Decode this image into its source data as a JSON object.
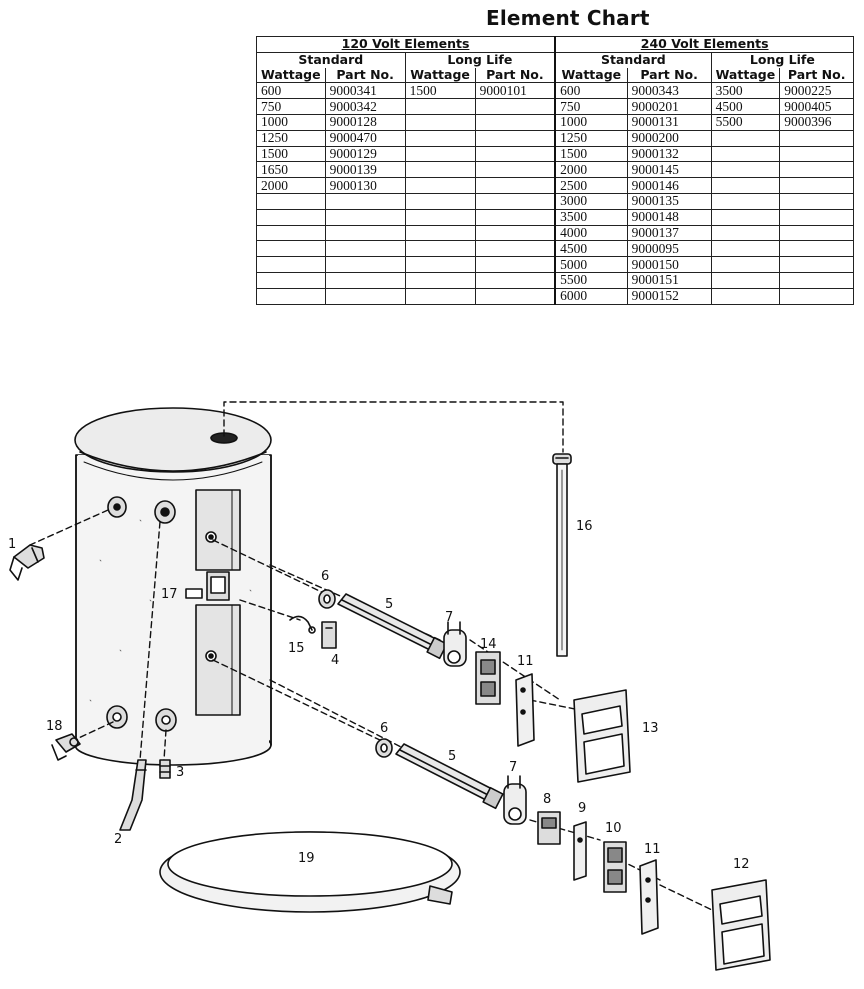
{
  "element_chart": {
    "title": "Element Chart",
    "group_120": "120 Volt Elements",
    "group_240": "240 Volt Elements",
    "standard_label": "Standard",
    "long_life_label": "Long Life",
    "col_wattage": "Wattage",
    "col_part_no": "Part No.",
    "rows": [
      [
        "600",
        "9000341",
        "1500",
        "9000101",
        "600",
        "9000343",
        "3500",
        "9000225"
      ],
      [
        "750",
        "9000342",
        "",
        "",
        "750",
        "9000201",
        "4500",
        "9000405"
      ],
      [
        "1000",
        "9000128",
        "",
        "",
        "1000",
        "9000131",
        "5500",
        "9000396"
      ],
      [
        "1250",
        "9000470",
        "",
        "",
        "1250",
        "9000200",
        "",
        ""
      ],
      [
        "1500",
        "9000129",
        "",
        "",
        "1500",
        "9000132",
        "",
        ""
      ],
      [
        "1650",
        "9000139",
        "",
        "",
        "2000",
        "9000145",
        "",
        ""
      ],
      [
        "2000",
        "9000130",
        "",
        "",
        "2500",
        "9000146",
        "",
        ""
      ],
      [
        "",
        "",
        "",
        "",
        "3000",
        "9000135",
        "",
        ""
      ],
      [
        "",
        "",
        "",
        "",
        "3500",
        "9000148",
        "",
        ""
      ],
      [
        "",
        "",
        "",
        "",
        "4000",
        "9000137",
        "",
        ""
      ],
      [
        "",
        "",
        "",
        "",
        "4500",
        "9000095",
        "",
        ""
      ],
      [
        "",
        "",
        "",
        "",
        "5000",
        "9000150",
        "",
        ""
      ],
      [
        "",
        "",
        "",
        "",
        "5500",
        "9000151",
        "",
        ""
      ],
      [
        "",
        "",
        "",
        "",
        "6000",
        "9000152",
        "",
        ""
      ]
    ]
  },
  "callouts": {
    "c1": "1",
    "c2": "2",
    "c3": "3",
    "c4": "4",
    "c5a": "5",
    "c5b": "5",
    "c6a": "6",
    "c6b": "6",
    "c7a": "7",
    "c7b": "7",
    "c8": "8",
    "c9": "9",
    "c10": "10",
    "c11a": "11",
    "c11b": "11",
    "c12": "12",
    "c13": "13",
    "c14": "14",
    "c15": "15",
    "c16": "16",
    "c17": "17",
    "c18": "18",
    "c19": "19"
  }
}
